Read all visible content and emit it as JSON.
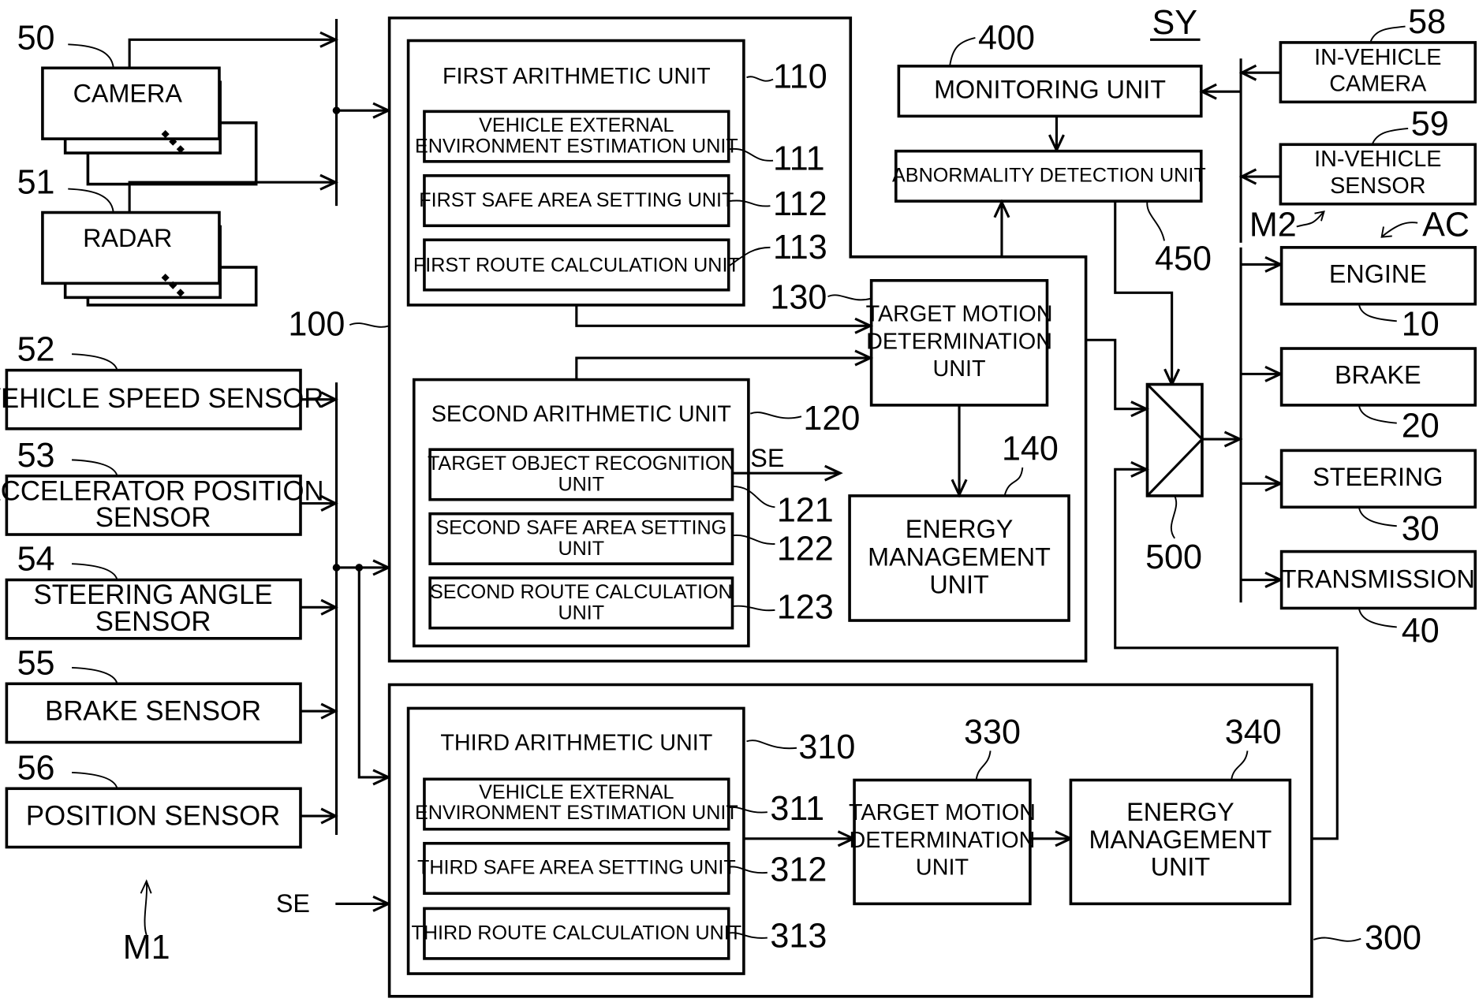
{
  "figure": {
    "system_label": "SY",
    "group_labels": {
      "sensor_group_1": "M1",
      "sensor_group_2": "M2",
      "actuators": "AC",
      "signal_se": "SE"
    },
    "external_sensors": [
      {
        "ref": "50",
        "label": "CAMERA"
      },
      {
        "ref": "51",
        "label": "RADAR"
      }
    ],
    "vehicle_sensors": [
      {
        "ref": "52",
        "lines": [
          "VEHICLE SPEED SENSOR"
        ]
      },
      {
        "ref": "53",
        "lines": [
          "ACCELERATOR POSITION",
          "SENSOR"
        ]
      },
      {
        "ref": "54",
        "lines": [
          "STEERING ANGLE",
          "SENSOR"
        ]
      },
      {
        "ref": "55",
        "lines": [
          "BRAKE SENSOR"
        ]
      },
      {
        "ref": "56",
        "lines": [
          "POSITION SENSOR"
        ]
      }
    ],
    "main_unit": {
      "ref": "100",
      "first_arithmetic": {
        "ref": "110",
        "title": "FIRST ARITHMETIC UNIT",
        "subunits": [
          {
            "ref": "111",
            "lines": [
              "VEHICLE EXTERNAL",
              "ENVIRONMENT ESTIMATION UNIT"
            ]
          },
          {
            "ref": "112",
            "lines": [
              "FIRST SAFE AREA SETTING UNIT"
            ]
          },
          {
            "ref": "113",
            "lines": [
              "FIRST ROUTE CALCULATION UNIT"
            ]
          }
        ]
      },
      "second_arithmetic": {
        "ref": "120",
        "title": "SECOND ARITHMETIC UNIT",
        "subunits": [
          {
            "ref": "121",
            "lines": [
              "TARGET OBJECT RECOGNITION",
              "UNIT"
            ]
          },
          {
            "ref": "122",
            "lines": [
              "SECOND SAFE AREA SETTING",
              "UNIT"
            ]
          },
          {
            "ref": "123",
            "lines": [
              "SECOND ROUTE CALCULATION",
              "UNIT"
            ]
          }
        ]
      },
      "target_motion": {
        "ref": "130",
        "lines": [
          "TARGET MOTION",
          "DETERMINATION",
          "UNIT"
        ]
      },
      "energy_management": {
        "ref": "140",
        "lines": [
          "ENERGY",
          "MANAGEMENT",
          "UNIT"
        ]
      }
    },
    "backup_unit": {
      "ref": "300",
      "third_arithmetic": {
        "ref": "310",
        "title": "THIRD ARITHMETIC UNIT",
        "subunits": [
          {
            "ref": "311",
            "lines": [
              "VEHICLE EXTERNAL",
              "ENVIRONMENT ESTIMATION UNIT"
            ]
          },
          {
            "ref": "312",
            "lines": [
              "THIRD SAFE AREA SETTING UNIT"
            ]
          },
          {
            "ref": "313",
            "lines": [
              "THIRD ROUTE CALCULATION UNIT"
            ]
          }
        ]
      },
      "target_motion": {
        "ref": "330",
        "lines": [
          "TARGET MOTION",
          "DETERMINATION",
          "UNIT"
        ]
      },
      "energy_management": {
        "ref": "340",
        "lines": [
          "ENERGY",
          "MANAGEMENT",
          "UNIT"
        ]
      }
    },
    "monitoring_unit": {
      "ref": "400",
      "label": "MONITORING UNIT"
    },
    "abnormality_detection": {
      "ref": "450",
      "label": "ABNORMALITY DETECTION UNIT"
    },
    "selector": {
      "ref": "500"
    },
    "in_vehicle_devices": [
      {
        "ref": "58",
        "lines": [
          "IN-VEHICLE",
          "CAMERA"
        ]
      },
      {
        "ref": "59",
        "lines": [
          "IN-VEHICLE",
          "SENSOR"
        ]
      }
    ],
    "actuators": [
      {
        "ref": "10",
        "label": "ENGINE"
      },
      {
        "ref": "20",
        "label": "BRAKE"
      },
      {
        "ref": "30",
        "label": "STEERING"
      },
      {
        "ref": "40",
        "label": "TRANSMISSION"
      }
    ]
  }
}
